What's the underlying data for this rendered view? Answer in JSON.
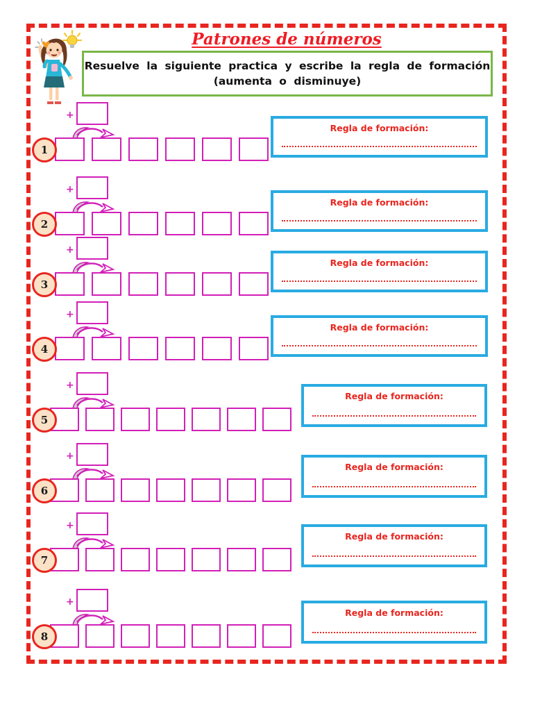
{
  "worksheet": {
    "title": "Patrones de números",
    "instructions": {
      "line1": "Resuelve la siguiente practica y escribe la regla de formación",
      "line2": "(aumenta o disminuye)"
    },
    "plus_sign": "+",
    "rule_label": "Regla de formación:",
    "rows": [
      {
        "number": "1",
        "cell_count": 6
      },
      {
        "number": "2",
        "cell_count": 6
      },
      {
        "number": "3",
        "cell_count": 6
      },
      {
        "number": "4",
        "cell_count": 6
      },
      {
        "number": "5",
        "cell_count": 7
      },
      {
        "number": "6",
        "cell_count": 7
      },
      {
        "number": "7",
        "cell_count": 7
      },
      {
        "number": "8",
        "cell_count": 7
      }
    ],
    "icons": {
      "girl": "girl-with-idea-illustration",
      "lightbulb": "lightbulb-icon",
      "arrow": "curved-arrow-icon"
    },
    "colors": {
      "page_border": "#e8251f",
      "box_magenta": "#d21fb8",
      "rule_box_cyan": "#29abe2",
      "instruction_green": "#7ab648",
      "title_red": "#ee1c24",
      "circle_fill": "#fbe2c7"
    }
  }
}
